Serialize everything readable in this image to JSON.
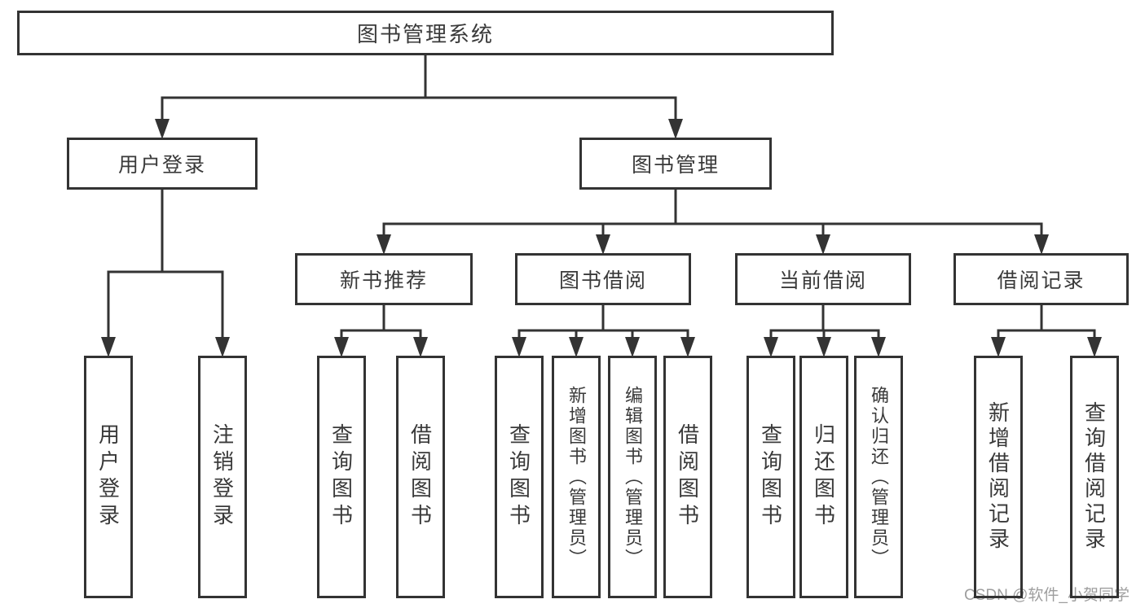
{
  "diagram": {
    "root": {
      "label": "图书管理系统"
    },
    "branches": [
      {
        "label": "用户登录",
        "children": [
          {
            "label": "用户登录"
          },
          {
            "label": "注销登录"
          }
        ]
      },
      {
        "label": "图书管理",
        "groups": [
          {
            "label": "新书推荐",
            "children": [
              {
                "label": "查询图书"
              },
              {
                "label": "借阅图书"
              }
            ]
          },
          {
            "label": "图书借阅",
            "children": [
              {
                "label": "查询图书"
              },
              {
                "label": "新增图书（管理员）"
              },
              {
                "label": "编辑图书（管理员）"
              },
              {
                "label": "借阅图书"
              }
            ]
          },
          {
            "label": "当前借阅",
            "children": [
              {
                "label": "查询图书"
              },
              {
                "label": "归还图书"
              },
              {
                "label": "确认归还（管理员）"
              }
            ]
          },
          {
            "label": "借阅记录",
            "children": [
              {
                "label": "新增借阅记录"
              },
              {
                "label": "查询借阅记录"
              }
            ]
          }
        ]
      }
    ]
  },
  "watermark": {
    "text": "CSDN @软件_小贺同学",
    "color": "#9e9e9e"
  },
  "colors": {
    "line": "#333333",
    "box_border": "#333333",
    "text": "#3a3a3a",
    "background": "#ffffff"
  }
}
